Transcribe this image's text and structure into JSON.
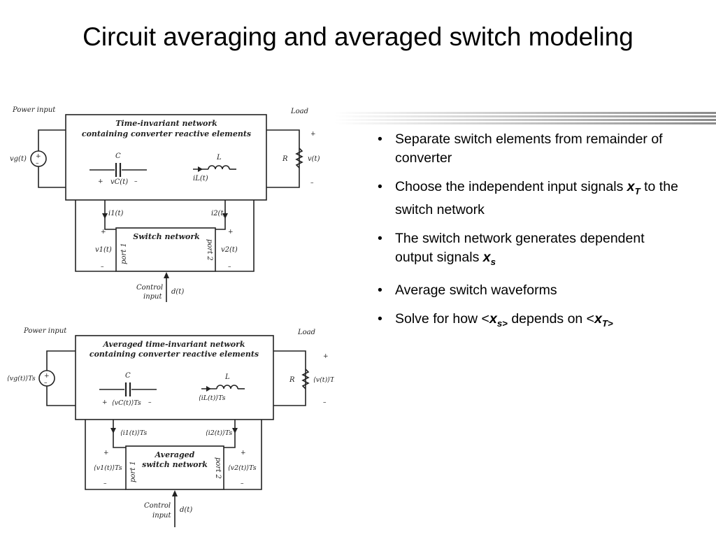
{
  "slide": {
    "title": "Circuit averaging and averaged switch modeling"
  },
  "diagram_top": {
    "power_input": "Power input",
    "load": "Load",
    "network_line1": "Time-invariant network",
    "network_line2": "containing converter reactive elements",
    "vg": "vg(t)",
    "cap": "C",
    "vc": "vC(t)",
    "ind": "L",
    "il": "iL(t)",
    "res": "R",
    "vout": "v(t)",
    "i1": "i1(t)",
    "i2": "i2(t)",
    "v1": "v1(t)",
    "v2": "v2(t)",
    "switch": "Switch network",
    "port1": "port 1",
    "port2": "port 2",
    "control1": "Control",
    "control2": "input",
    "duty": "d(t)",
    "plus": "+",
    "minus": "–"
  },
  "diagram_bottom": {
    "power_input": "Power input",
    "load": "Load",
    "network_line1": "Averaged time-invariant network",
    "network_line2": "containing converter reactive elements",
    "vg": "⟨vg(t)⟩Ts",
    "cap": "C",
    "vc": "⟨vC(t)⟩Ts",
    "ind": "L",
    "il": "⟨iL(t)⟩Ts",
    "res": "R",
    "vout": "⟨v(t)⟩Ts",
    "i1": "⟨i1(t)⟩Ts",
    "i2": "⟨i2(t)⟩Ts",
    "v1": "⟨v1(t)⟩Ts",
    "v2": "⟨v2(t)⟩Ts",
    "switch1": "Averaged",
    "switch2": "switch network",
    "port1": "port 1",
    "port2": "port 2",
    "control1": "Control",
    "control2": "input",
    "duty": "d(t)",
    "plus": "+",
    "minus": "–"
  },
  "bullets": [
    {
      "text": "Separate switch elements from remainder of converter"
    },
    {
      "pre": "Choose the independent input signals ",
      "sym": "x",
      "sub": "T",
      "post": " to the switch network"
    },
    {
      "pre": "The switch network generates dependent output signals ",
      "sym": "x",
      "sub": "s"
    },
    {
      "text": "Average switch waveforms"
    },
    {
      "pre": "Solve for how <",
      "sym": "x",
      "sub": "s>",
      "mid": " depends on <",
      "sym2": "x",
      "sub2": "T>"
    }
  ],
  "colors": {
    "rule_dark": "#8a8a8a",
    "rule_light": "#ffffff",
    "line": "#222222"
  }
}
